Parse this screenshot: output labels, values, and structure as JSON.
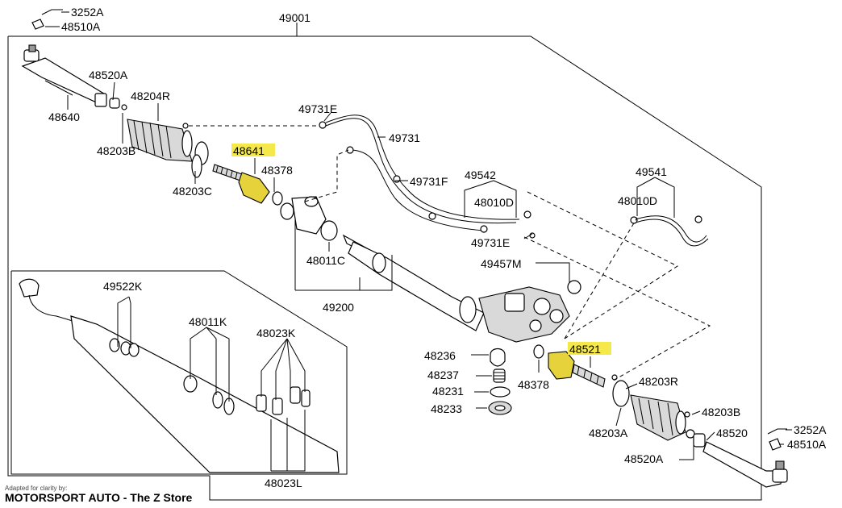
{
  "diagram": {
    "labels": {
      "p3252A_top": "3252A",
      "p48510A_top": "48510A",
      "p49001": "49001",
      "p48520A_left": "48520A",
      "p48204R": "48204R",
      "p48640": "48640",
      "p48203B_left": "48203B",
      "p48641": "48641",
      "p48378_left": "48378",
      "p48203C": "48203C",
      "p49731E_top": "49731E",
      "p49731": "49731",
      "p49731F": "49731F",
      "p49542": "49542",
      "p48010D_mid": "48010D",
      "p49731E_mid": "49731E",
      "p49541": "49541",
      "p48010D_right": "48010D",
      "p48011C": "48011C",
      "p49457M": "49457M",
      "p49200": "49200",
      "p49522K": "49522K",
      "p48011K": "48011K",
      "p48023K": "48023K",
      "p48023L": "48023L",
      "p48236": "48236",
      "p48237": "48237",
      "p48231": "48231",
      "p48233": "48233",
      "p48521": "48521",
      "p48378_right": "48378",
      "p48203R": "48203R",
      "p48203B_right": "48203B",
      "p48203A": "48203A",
      "p48520": "48520",
      "p3252A_bottom": "3252A",
      "p48510A_bottom": "48510A",
      "p48520A_right": "48520A"
    },
    "highlighted_parts": [
      "48641",
      "48521"
    ],
    "highlight_color": "#f5e84a"
  },
  "credit": {
    "small": "Adapted for clarity by:",
    "big": "MOTORSPORT AUTO - The Z Store"
  }
}
